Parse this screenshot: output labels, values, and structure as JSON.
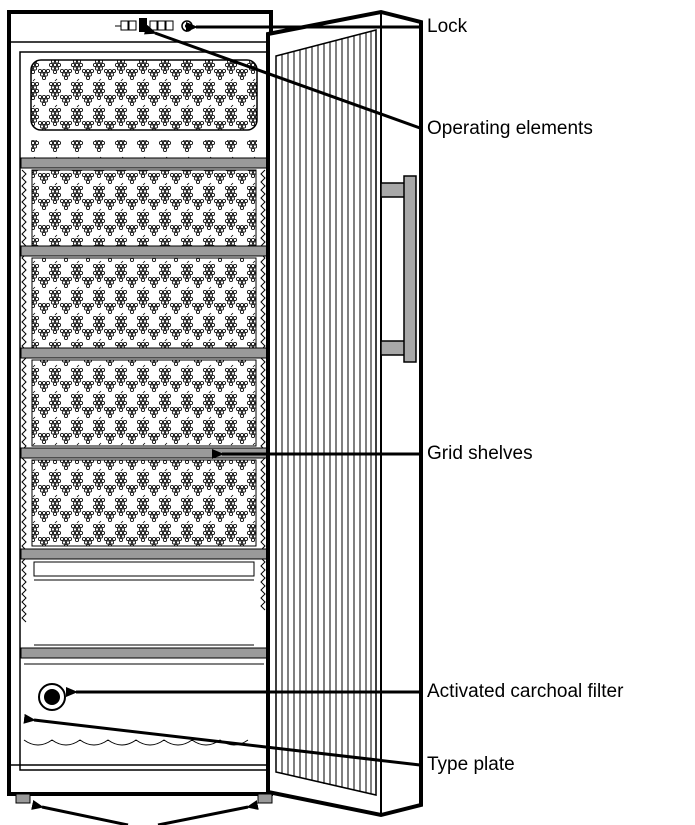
{
  "labels": {
    "lock": "Lock",
    "operating_elements": "Operating elements",
    "grid_shelves": "Grid shelves",
    "carbon_filter": "Activated carchoal filter",
    "type_plate": "Type plate"
  },
  "colors": {
    "line": "#000000",
    "shelf": "#9a9a9a",
    "handle": "#a8a8a8",
    "background": "#ffffff"
  }
}
